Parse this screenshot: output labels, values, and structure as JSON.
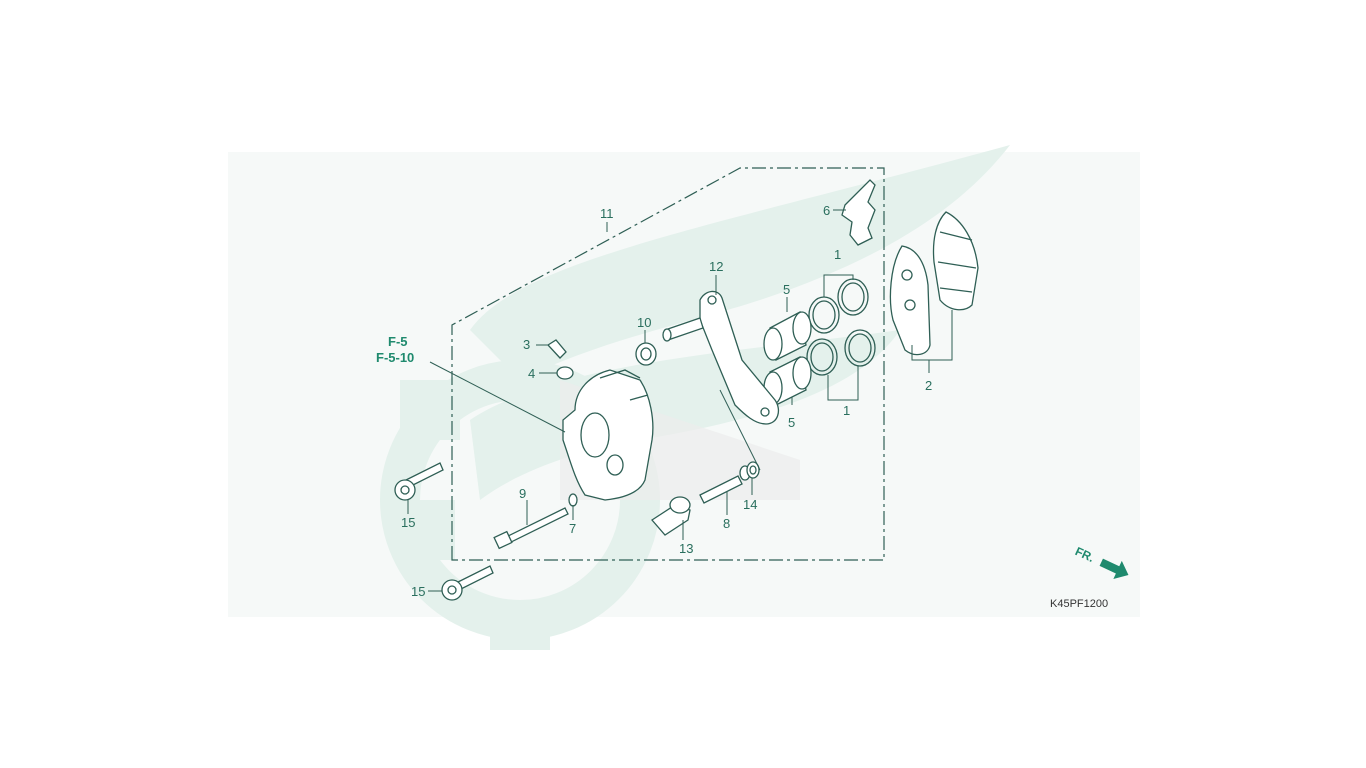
{
  "diagram": {
    "drawing_code": "K45PF1200",
    "direction_label": "FR.",
    "reference_labels": [
      "F-5",
      "F-5-10"
    ],
    "parts": [
      {
        "id": "p1a",
        "number": "1"
      },
      {
        "id": "p1b",
        "number": "1"
      },
      {
        "id": "p2",
        "number": "2"
      },
      {
        "id": "p3",
        "number": "3"
      },
      {
        "id": "p4",
        "number": "4"
      },
      {
        "id": "p5a",
        "number": "5"
      },
      {
        "id": "p5b",
        "number": "5"
      },
      {
        "id": "p6",
        "number": "6"
      },
      {
        "id": "p7",
        "number": "7"
      },
      {
        "id": "p8",
        "number": "8"
      },
      {
        "id": "p9",
        "number": "9"
      },
      {
        "id": "p10",
        "number": "10"
      },
      {
        "id": "p11",
        "number": "11"
      },
      {
        "id": "p12",
        "number": "12"
      },
      {
        "id": "p13",
        "number": "13"
      },
      {
        "id": "p14",
        "number": "14"
      },
      {
        "id": "p15a",
        "number": "15"
      },
      {
        "id": "p15b",
        "number": "15"
      }
    ],
    "colors": {
      "accent": "#1f8a6e",
      "line": "#2f5f55",
      "watermark": "#e6f2ee"
    }
  }
}
